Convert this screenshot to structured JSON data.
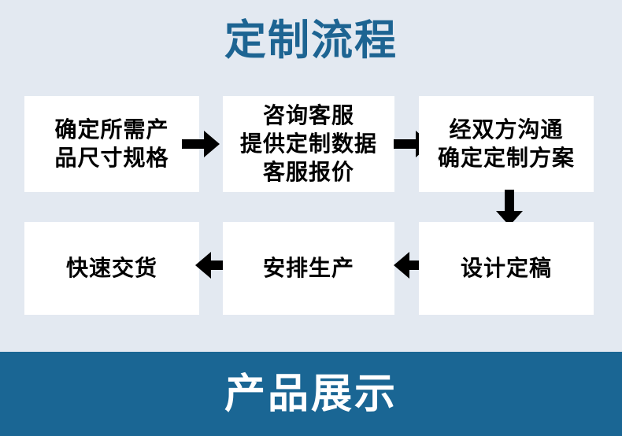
{
  "page": {
    "background_color": "#e3e9f1",
    "accent_color": "#1d6492",
    "banner_color": "#1a6694"
  },
  "title": {
    "text": "定制流程"
  },
  "flow": {
    "steps": [
      {
        "id": "step-1",
        "lines": [
          "确定所需产",
          "品尺寸规格"
        ]
      },
      {
        "id": "step-2",
        "lines": [
          "咨询客服",
          "提供定制数据",
          "客服报价"
        ]
      },
      {
        "id": "step-3",
        "lines": [
          "经双方沟通",
          "确定定制方案"
        ]
      },
      {
        "id": "step-4",
        "lines": [
          "快速交货"
        ]
      },
      {
        "id": "step-5",
        "lines": [
          "安排生产"
        ]
      },
      {
        "id": "step-6",
        "lines": [
          "设计定稿"
        ]
      }
    ],
    "connectors": [
      {
        "id": "connector-1",
        "direction": "right"
      },
      {
        "id": "connector-2",
        "direction": "right"
      },
      {
        "id": "connector-3",
        "direction": "down"
      },
      {
        "id": "connector-4",
        "direction": "left"
      },
      {
        "id": "connector-5",
        "direction": "left"
      }
    ],
    "arrow_color": "#000000",
    "box_color": "#ffffff",
    "text_color": "#000000"
  },
  "banner": {
    "text": "产品展示"
  }
}
